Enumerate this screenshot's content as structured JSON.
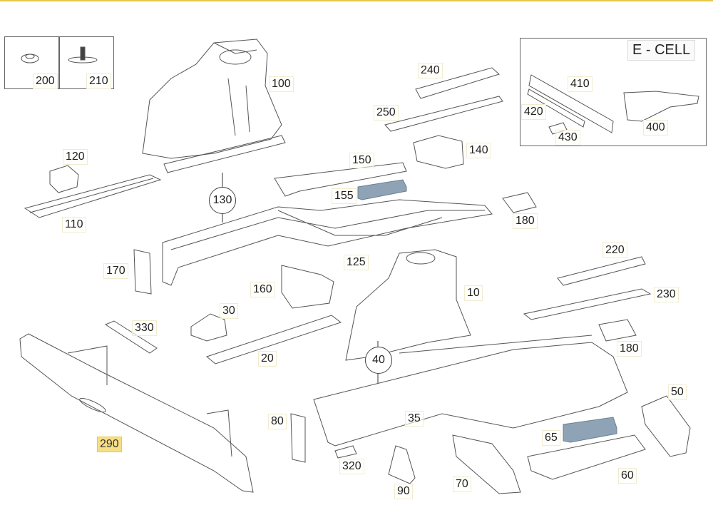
{
  "diagram": {
    "title": "Body shell / front structure parts",
    "accent_color": "#e8c84a",
    "highlight_color": "#f7df85",
    "highlighted_part": "290",
    "inset_small": {
      "parts": [
        "200",
        "210"
      ]
    },
    "inset_ecell": {
      "title": "E - CELL",
      "parts": [
        "410",
        "420",
        "430",
        "400"
      ]
    },
    "labels": {
      "p100": "100",
      "p110": "110",
      "p120": "120",
      "p130": "130",
      "p125": "125",
      "p140": "140",
      "p150": "150",
      "p155": "155",
      "p160": "160",
      "p170": "170",
      "p180a": "180",
      "p180b": "180",
      "p200": "200",
      "p210": "210",
      "p220": "220",
      "p230": "230",
      "p240": "240",
      "p250": "250",
      "p290": "290",
      "p30": "30",
      "p330": "330",
      "p20": "20",
      "p10": "10",
      "p40": "40",
      "p35": "35",
      "p50": "50",
      "p60": "60",
      "p65": "65",
      "p70": "70",
      "p80": "80",
      "p90": "90",
      "p320": "320",
      "p400": "400",
      "p410": "410",
      "p420": "420",
      "p430": "430"
    }
  }
}
